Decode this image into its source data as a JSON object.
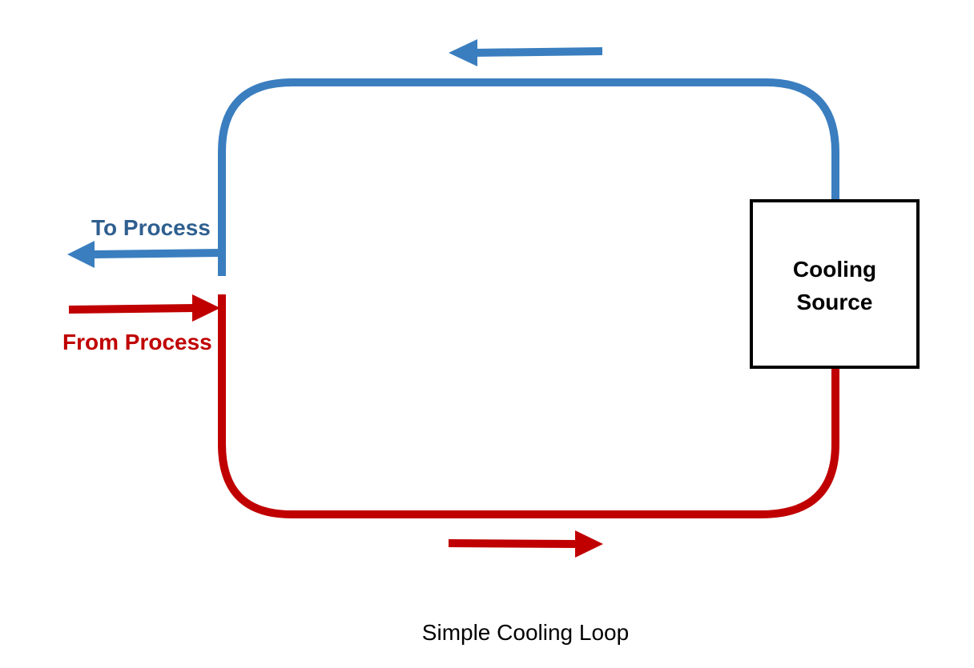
{
  "diagram": {
    "labels": {
      "to_process": "To Process",
      "from_process": "From Process",
      "cooling_source_line1": "Cooling",
      "cooling_source_line2": "Source"
    },
    "caption": "Simple Cooling Loop",
    "colors": {
      "cold_supply": "#3a7ebf",
      "cold_label": "#2f5f8f",
      "hot_return": "#c00000",
      "box_outline": "#000000"
    }
  }
}
